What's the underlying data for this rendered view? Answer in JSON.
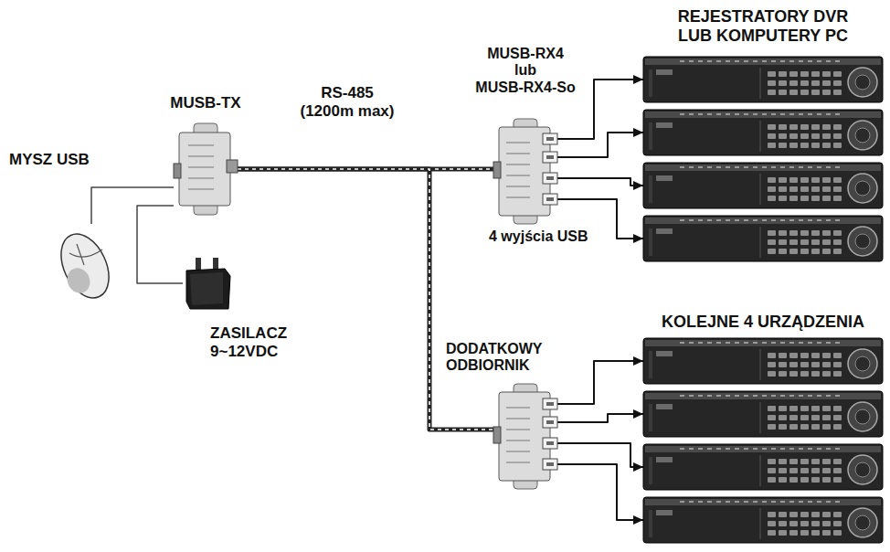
{
  "diagram": {
    "nodes": [
      {
        "text": [
          "MUSB-TX"
        ]
      },
      {
        "text": [
          "MYSZ USB"
        ]
      },
      {
        "text": [
          "ZASILACZ 9~12VDC"
        ]
      },
      {
        "text": [
          "MUSB-RX4 lub MUSB-RX4-So",
          "4 wyjścia USB"
        ]
      },
      {
        "text": [
          "DODATKOWY ODBIORNIK"
        ]
      },
      {
        "text": [
          "REJESTRATORY DVR LUB KOMPUTERY PC"
        ]
      },
      {
        "text": [
          "KOLEJNE 4 URZĄDZENIA"
        ]
      }
    ],
    "edges": [
      {
        "from": 1,
        "to": 0,
        "arrow": "none"
      },
      {
        "from": 2,
        "to": 0,
        "arrow": "none"
      },
      {
        "from": 0,
        "to": 3,
        "label": "RS-485 (1200m max)",
        "arrow": "none"
      },
      {
        "from": 0,
        "to": 4,
        "arrow": "none"
      },
      {
        "from": 3,
        "to": 5,
        "arrow": "to"
      },
      {
        "from": 3,
        "to": 5,
        "arrow": "to"
      },
      {
        "from": 3,
        "to": 5,
        "arrow": "to"
      },
      {
        "from": 3,
        "to": 5,
        "arrow": "to"
      },
      {
        "from": 4,
        "to": 6,
        "arrow": "to"
      },
      {
        "from": 4,
        "to": 6,
        "arrow": "to"
      },
      {
        "from": 4,
        "to": 6,
        "arrow": "to"
      },
      {
        "from": 4,
        "to": 6,
        "arrow": "to"
      }
    ]
  }
}
